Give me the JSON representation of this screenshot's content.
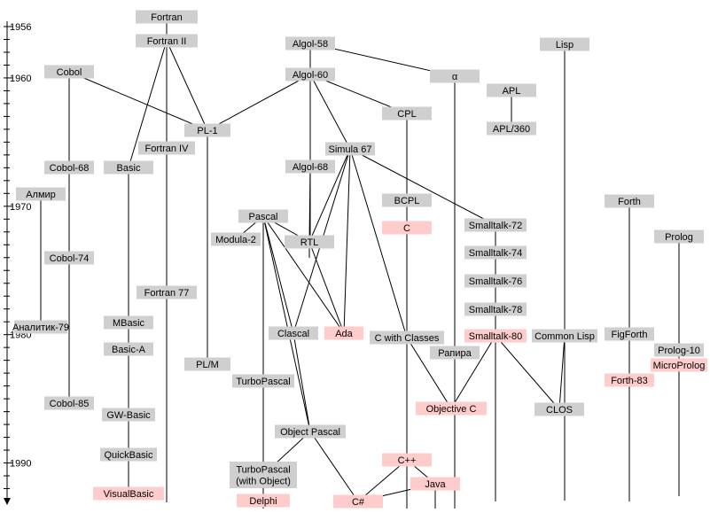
{
  "colors": {
    "default_box": "#cfcfcf",
    "highlight_box": "#ffcccc",
    "line": "#000000",
    "text": "#000000"
  },
  "timeline": {
    "labels": [
      "1956",
      "1960",
      "1970",
      "1980",
      "1990"
    ]
  },
  "languages": [
    {
      "id": "fortran",
      "label": "Fortran",
      "highlight": false
    },
    {
      "id": "fortran2",
      "label": "Fortran II",
      "highlight": false
    },
    {
      "id": "algol58",
      "label": "Algol-58",
      "highlight": false
    },
    {
      "id": "lisp",
      "label": "Lisp",
      "highlight": false
    },
    {
      "id": "cobol",
      "label": "Cobol",
      "highlight": false
    },
    {
      "id": "algol60",
      "label": "Algol-60",
      "highlight": false
    },
    {
      "id": "alpha",
      "label": "α",
      "highlight": false
    },
    {
      "id": "apl",
      "label": "APL",
      "highlight": false
    },
    {
      "id": "cpl",
      "label": "CPL",
      "highlight": false
    },
    {
      "id": "pl1",
      "label": "PL-1",
      "highlight": false
    },
    {
      "id": "apl360",
      "label": "APL/360",
      "highlight": false
    },
    {
      "id": "fortran4",
      "label": "Fortran IV",
      "highlight": false
    },
    {
      "id": "simula67",
      "label": "Simula 67",
      "highlight": false
    },
    {
      "id": "cobol68",
      "label": "Cobol-68",
      "highlight": false
    },
    {
      "id": "basic",
      "label": "Basic",
      "highlight": false
    },
    {
      "id": "algol68",
      "label": "Algol-68",
      "highlight": false
    },
    {
      "id": "almir",
      "label": "Алмир",
      "highlight": false
    },
    {
      "id": "bcpl",
      "label": "BCPL",
      "highlight": false
    },
    {
      "id": "forth",
      "label": "Forth",
      "highlight": false
    },
    {
      "id": "pascal",
      "label": "Pascal",
      "highlight": false
    },
    {
      "id": "c",
      "label": "C",
      "highlight": true
    },
    {
      "id": "smalltalk72",
      "label": "Smalltalk-72",
      "highlight": false
    },
    {
      "id": "modula2",
      "label": "Modula-2",
      "highlight": false
    },
    {
      "id": "rtl",
      "label": "RTL",
      "highlight": false
    },
    {
      "id": "prolog",
      "label": "Prolog",
      "highlight": false
    },
    {
      "id": "cobol74",
      "label": "Cobol-74",
      "highlight": false
    },
    {
      "id": "smalltalk74",
      "label": "Smalltalk-74",
      "highlight": false
    },
    {
      "id": "smalltalk76",
      "label": "Smalltalk-76",
      "highlight": false
    },
    {
      "id": "fortran77",
      "label": "Fortran 77",
      "highlight": false
    },
    {
      "id": "smalltalk78",
      "label": "Smalltalk-78",
      "highlight": false
    },
    {
      "id": "mbasic",
      "label": "MBasic",
      "highlight": false
    },
    {
      "id": "analitik79",
      "label": "Аналитик-79",
      "highlight": false
    },
    {
      "id": "clascal",
      "label": "Clascal",
      "highlight": false
    },
    {
      "id": "ada",
      "label": "Ada",
      "highlight": true
    },
    {
      "id": "cwithclasses",
      "label": "C with Classes",
      "highlight": false
    },
    {
      "id": "smalltalk80",
      "label": "Smalltalk-80",
      "highlight": true
    },
    {
      "id": "commonlisp",
      "label": "Common Lisp",
      "highlight": false
    },
    {
      "id": "figforth",
      "label": "FigForth",
      "highlight": false
    },
    {
      "id": "basica",
      "label": "Basic-A",
      "highlight": false
    },
    {
      "id": "prolog10",
      "label": "Prolog-10",
      "highlight": false
    },
    {
      "id": "rapira",
      "label": "Рапира",
      "highlight": false
    },
    {
      "id": "microprolog",
      "label": "MicroProlog",
      "highlight": true
    },
    {
      "id": "plm",
      "label": "PL/M",
      "highlight": false
    },
    {
      "id": "turbopascal",
      "label": "TurboPascal",
      "highlight": false
    },
    {
      "id": "forth83",
      "label": "Forth-83",
      "highlight": true
    },
    {
      "id": "cobol85",
      "label": "Cobol-85",
      "highlight": false
    },
    {
      "id": "objectivec",
      "label": "Objective C",
      "highlight": true
    },
    {
      "id": "clos",
      "label": "CLOS",
      "highlight": false
    },
    {
      "id": "gwbasic",
      "label": "GW-Basic",
      "highlight": false
    },
    {
      "id": "objectpascal",
      "label": "Object Pascal",
      "highlight": false
    },
    {
      "id": "quickbasic",
      "label": "QuickBasic",
      "highlight": false
    },
    {
      "id": "cpp",
      "label": "C++",
      "highlight": true
    },
    {
      "id": "turbopascalobj",
      "label": "TurboPascal\n(with Object)",
      "highlight": false
    },
    {
      "id": "java",
      "label": "Java",
      "highlight": true
    },
    {
      "id": "visualbasic",
      "label": "VisualBasic",
      "highlight": true
    },
    {
      "id": "delphi",
      "label": "Delphi",
      "highlight": true
    },
    {
      "id": "csharp",
      "label": "C#",
      "highlight": true
    }
  ]
}
